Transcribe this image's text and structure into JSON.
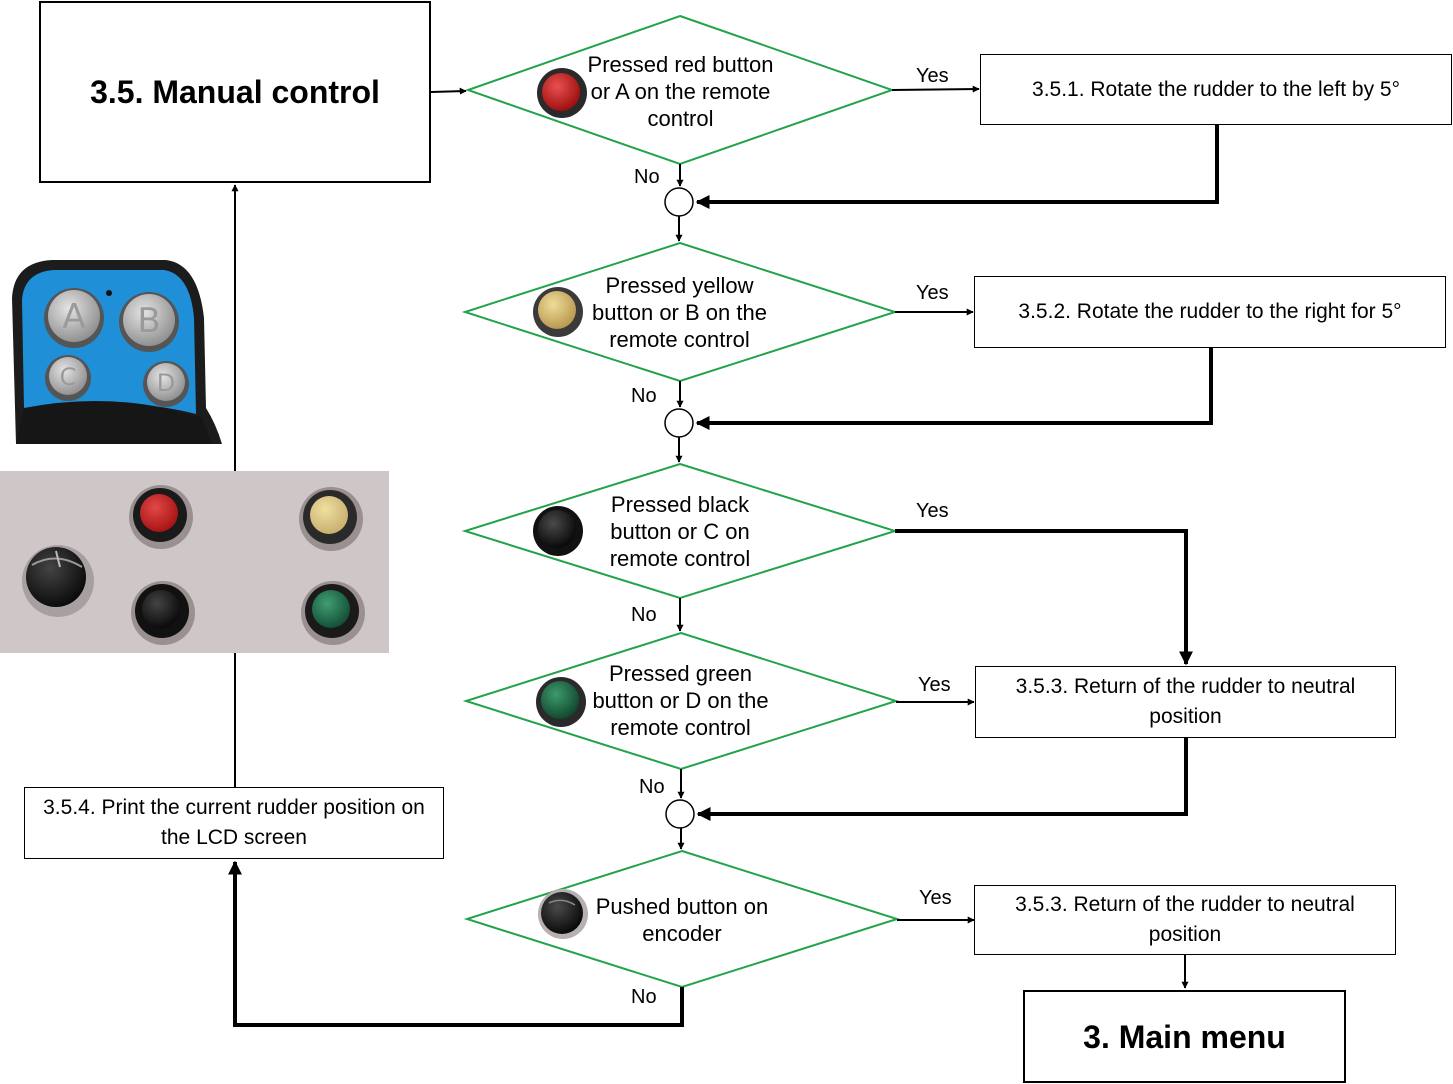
{
  "nodes": {
    "start": "3.5. Manual control",
    "d1": "Pressed red button  or A on the remote control",
    "d2": "Pressed yellow button  or B on the remote control",
    "d3": "Pressed black button or C on remote control",
    "d4": "Pressed green button  or D on the remote control",
    "d5": "Pushed button on encoder",
    "p1": "3.5.1. Rotate the rudder to the left by 5°",
    "p2": "3.5.2. Rotate the rudder to the right for 5°",
    "p3": "3.5.3. Return of the rudder to neutral position",
    "p3b": "3.5.3. Return of the rudder to neutral position",
    "p4": "3.5.4. Print the current rudder position on the LCD screen",
    "end": "3. Main menu"
  },
  "labels": {
    "yes": "Yes",
    "no": "No"
  },
  "remote": {
    "keys": [
      "A",
      "B",
      "C",
      "D"
    ],
    "body_color": "#1f8fd8"
  },
  "colors": {
    "decision_border": "#22a34a",
    "red_button": "#c81e1e",
    "yellow_button": "#d9c27a",
    "black_button": "#1b1b1b",
    "green_button": "#1e6b47",
    "panel": "#cfc7c7"
  }
}
